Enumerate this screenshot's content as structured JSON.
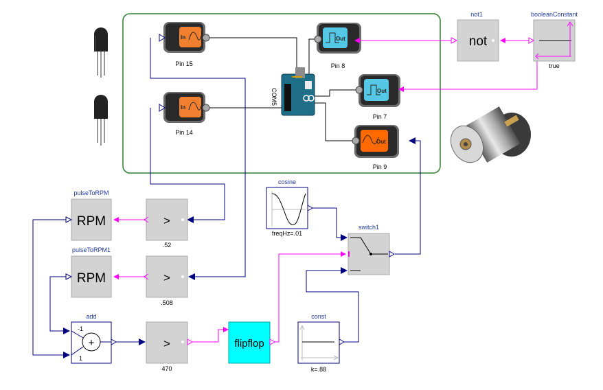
{
  "colors": {
    "boolean_wire": "#ff00ff",
    "real_wire": "#000080",
    "frame": "#2e7d32",
    "gray_block": "#d3d3d3",
    "flipflop": "#00ffff",
    "pin_in": "#f08030",
    "pin_out_digital": "#55c8e6",
    "pin_out_pwm": "#ff6a00"
  },
  "blocks": {
    "not_block": {
      "title": "not1",
      "label": "not"
    },
    "boolean_constant": {
      "title": "booleanConstant",
      "param": "true"
    },
    "pulse_to_rpm": {
      "title": "pulseToRPM",
      "label": "RPM"
    },
    "pulse_to_rpm1": {
      "title": "pulseToRPM1",
      "label": "RPM"
    },
    "greater_1": {
      "label": ">",
      "param": ".52"
    },
    "greater_2": {
      "label": ">",
      "param": ".508"
    },
    "greater_3": {
      "label": ">",
      "param": "470"
    },
    "add": {
      "title": "add",
      "symbol": "+",
      "gain_top": "-1",
      "gain_bottom": "1"
    },
    "flipflop": {
      "label": "flipflop"
    },
    "cosine": {
      "title": "cosine",
      "param": "freqHz=.01"
    },
    "switch1": {
      "title": "switch1"
    },
    "const": {
      "title": "const",
      "param": "k=.88"
    }
  },
  "arduino": {
    "label": "COM5",
    "pins": {
      "pin15": {
        "label": "Pin 15",
        "tag": "In"
      },
      "pin14": {
        "label": "Pin 14",
        "tag": "In"
      },
      "pin8": {
        "label": "Pin 8",
        "tag": "Out"
      },
      "pin7": {
        "label": "Pin 7",
        "tag": "Out"
      },
      "pin9": {
        "label": "Pin 9",
        "tag": "Out"
      }
    }
  }
}
